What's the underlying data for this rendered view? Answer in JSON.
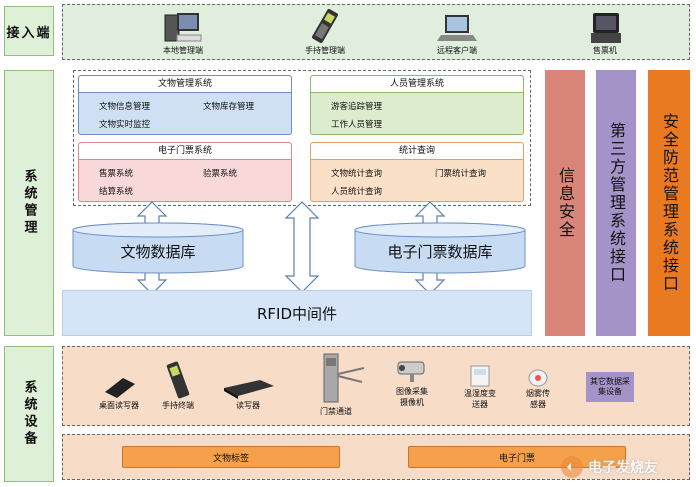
{
  "layers": {
    "access": "接入端",
    "management": "系统管理",
    "devices": "系统设备"
  },
  "access_devices": [
    "本地管理端",
    "手持管理端",
    "远程客户端",
    "售票机"
  ],
  "systems": {
    "relic_mgmt": {
      "title": "文物管理系统",
      "items": [
        "文物信息管理",
        "文物库存管理",
        "文物实时监控"
      ]
    },
    "personnel_mgmt": {
      "title": "人员管理系统",
      "items": [
        "游客追踪管理",
        "工作人员管理"
      ]
    },
    "eticket": {
      "title": "电子门票系统",
      "items": [
        "售票系统",
        "验票系统",
        "结算系统"
      ]
    },
    "stats": {
      "title": "统计查询",
      "items": [
        "文物统计查询",
        "门票统计查询",
        "人员统计查询"
      ]
    }
  },
  "databases": {
    "relic_db": "文物数据库",
    "ticket_db": "电子门票数据库"
  },
  "middleware": "RFID中间件",
  "side_bars": {
    "info_security": "信息安全",
    "third_party": "第三方管理系统接口",
    "security_prevention": "安全防范管理系统接口"
  },
  "field_devices": [
    "桌面读写器",
    "手持终端",
    "读写器",
    "门禁通道",
    "图像采集摄像机",
    "温湿度变送器",
    "烟雾传感器",
    "其它数据采集设备"
  ],
  "tags": {
    "relic_tag": "文物标签",
    "eticket": "电子门票"
  },
  "watermark": "电子发烧友",
  "colors": {
    "info_security": "#d9857a",
    "third_party": "#a493c8",
    "security_prevention": "#ea7a22"
  }
}
